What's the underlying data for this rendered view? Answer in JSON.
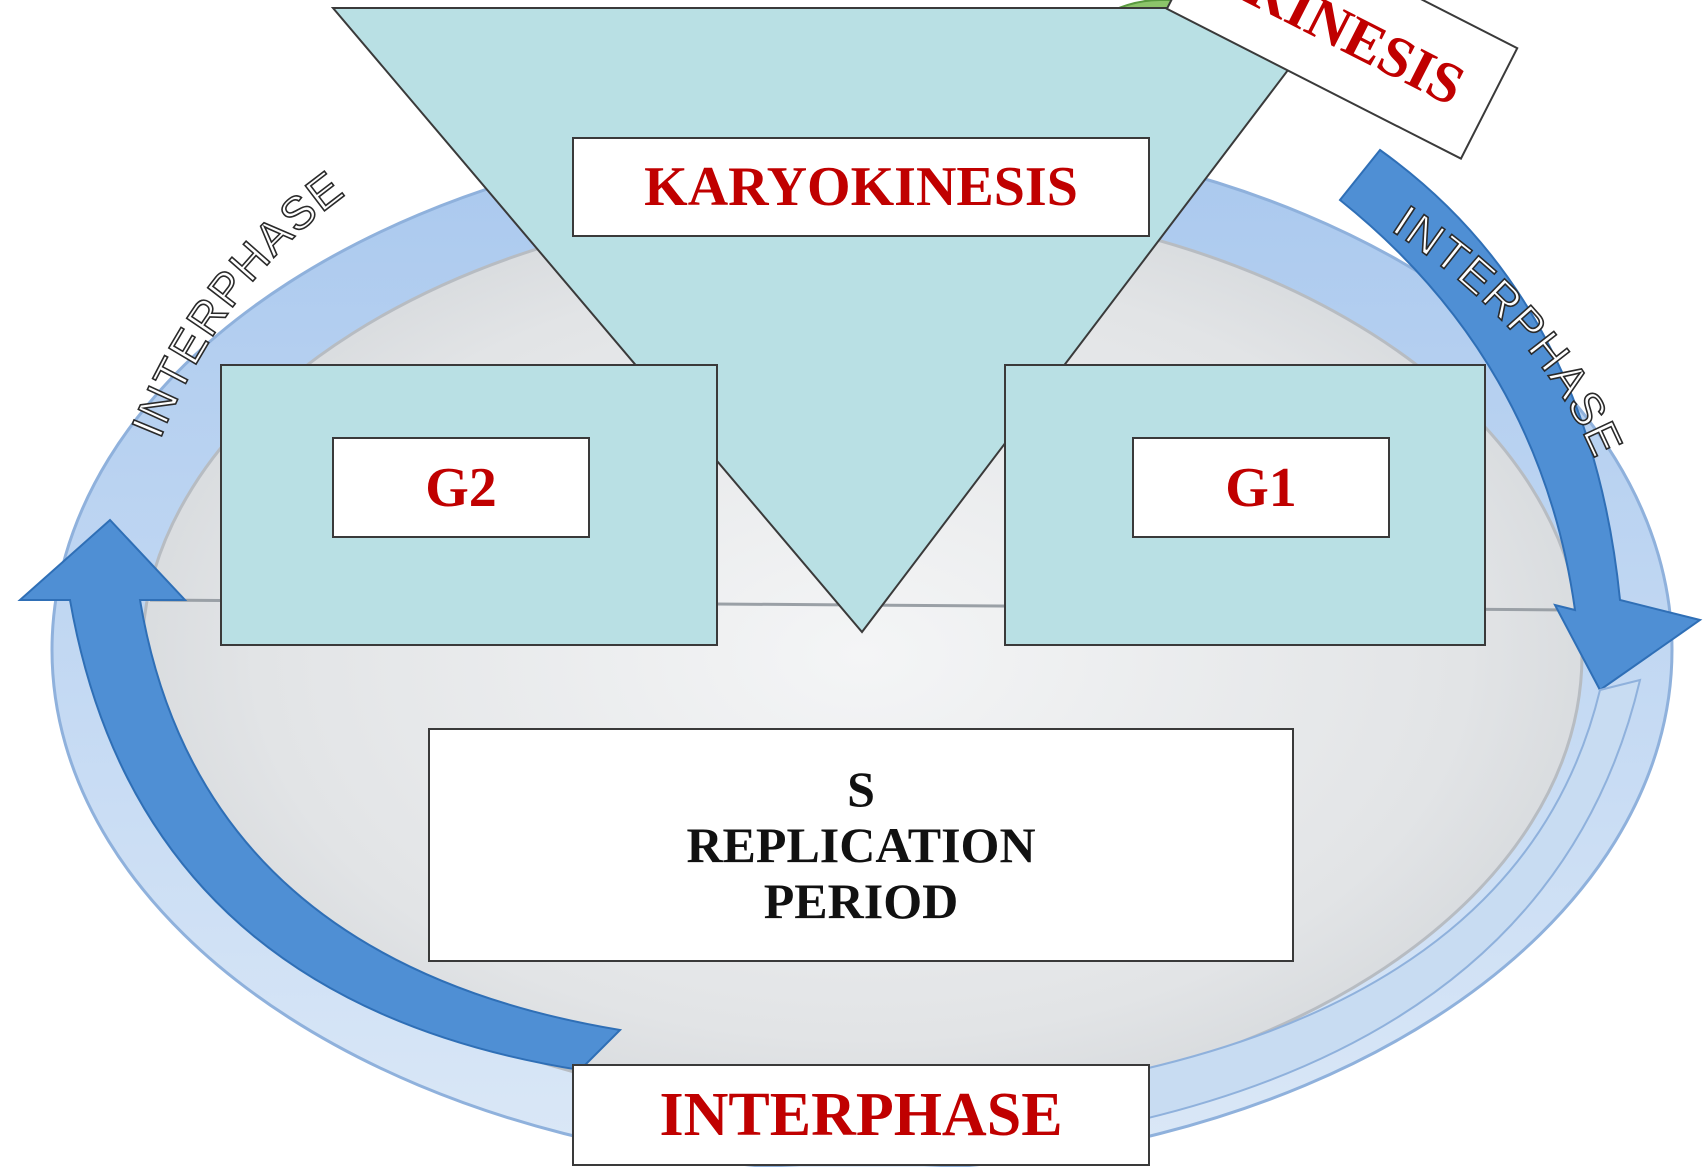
{
  "diagram": {
    "title_partial": "KINESIS",
    "karyokinesis_label": "KARYOKINESIS",
    "g1_label": "G1",
    "g2_label": "G2",
    "s_phase": {
      "line1": "S",
      "line2": "REPLICATION",
      "line3": "PERIOD"
    },
    "interphase_bottom_label": "INTERPHASE",
    "arc_label_left": "INTERPHASE",
    "arc_label_right": "INTERPHASE"
  },
  "colors": {
    "accent_red": "#c00000",
    "panel_fill": "#b9e0e4",
    "arrow_blue": "#4f8fd4",
    "arc_light": "#c8dcf2"
  }
}
